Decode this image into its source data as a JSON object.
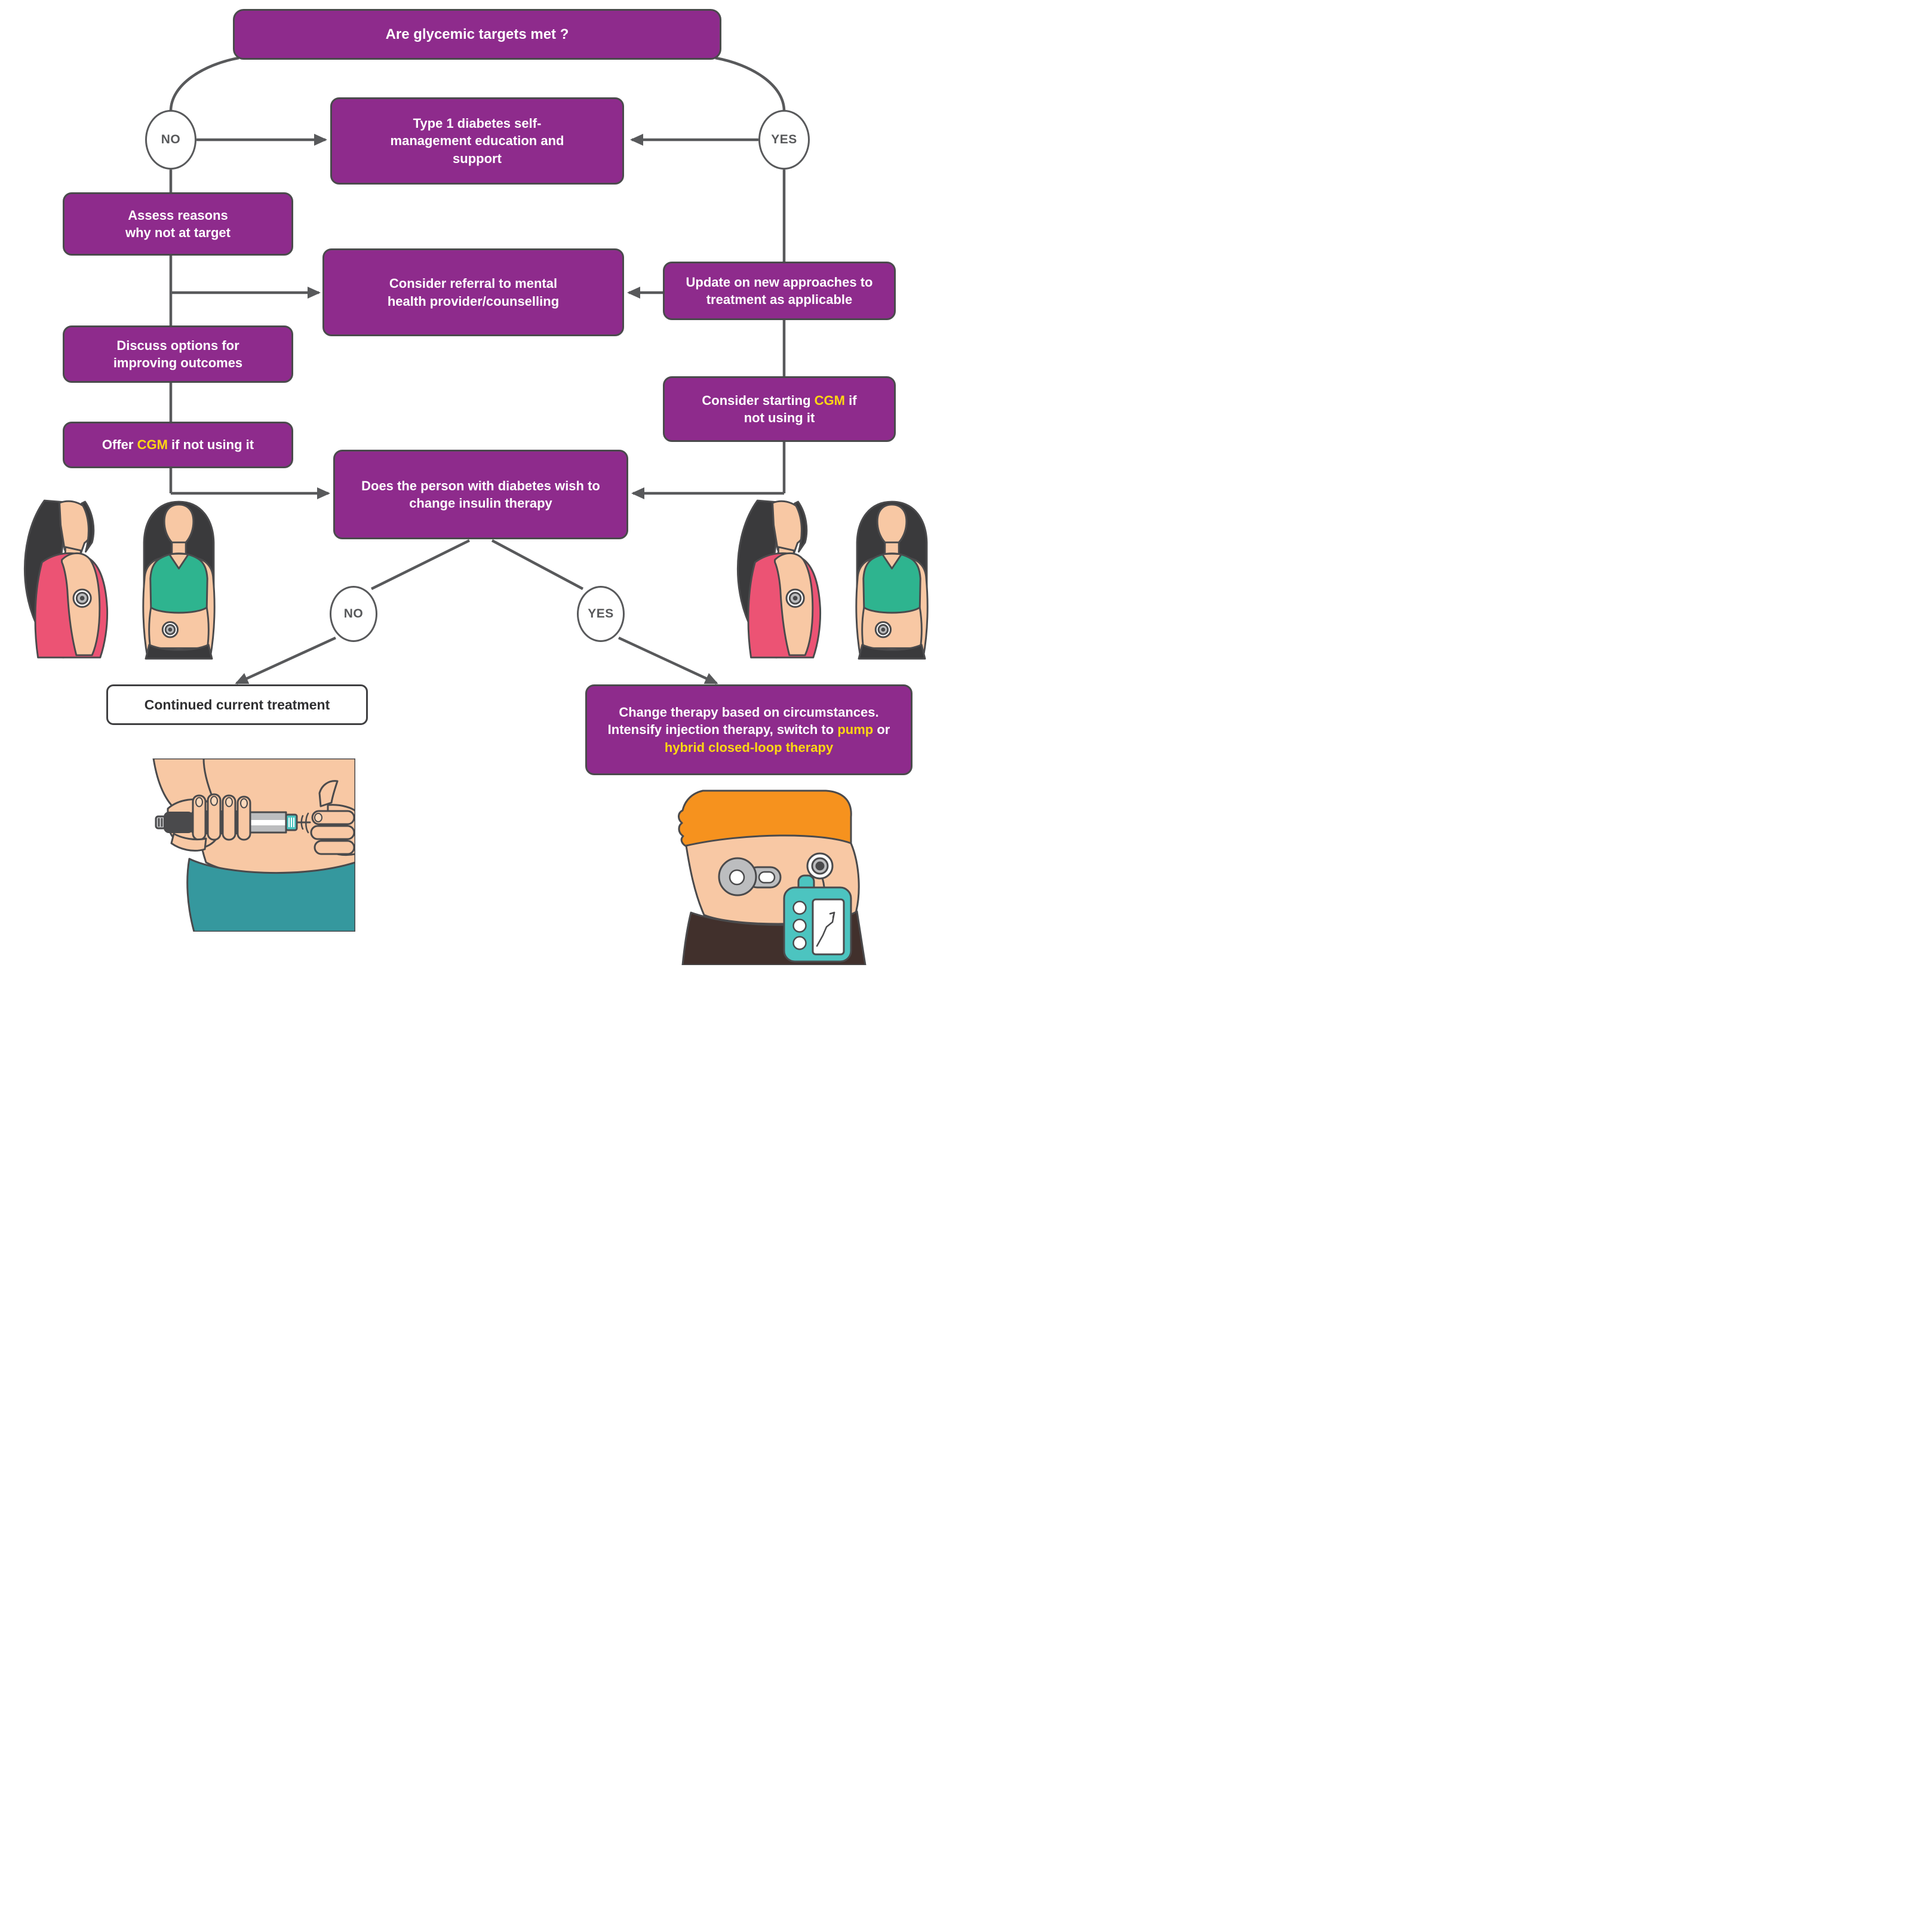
{
  "nodes": {
    "question": "Are glycemic targets met ?",
    "education": "Type 1 diabetes self-management education and support",
    "assess": "Assess reasons why not at target",
    "referral": "Consider referral to mental health provider/counselling",
    "update": "Update on new approaches to treatment as applicable",
    "discuss": "Discuss options for improving outcomes",
    "offer_cgm_parts": [
      {
        "text": "Offer "
      },
      {
        "text": "CGM",
        "highlight": true
      },
      {
        "text": " if not using it"
      }
    ],
    "consider_cgm_parts": [
      {
        "text": "Consider starting "
      },
      {
        "text": "CGM",
        "highlight": true
      },
      {
        "text": " if not using it"
      }
    ],
    "change_wish": "Does the person with diabetes wish to change insulin therapy",
    "continued": "Continued current treatment",
    "change_therapy_parts": [
      {
        "text": "Change therapy based on circumstances. Intensify injection therapy, switch to "
      },
      {
        "text": "pump",
        "highlight": true
      },
      {
        "text": " or "
      },
      {
        "text": "hybrid closed-loop therapy",
        "highlight": true
      }
    ]
  },
  "decisions": {
    "no_top": "NO",
    "yes_top": "YES",
    "no_bottom": "NO",
    "yes_bottom": "YES"
  },
  "illustrations": {
    "left_pair": [
      "woman with CGM sensor on upper arm",
      "woman with CGM sensor on abdomen"
    ],
    "right_pair": [
      "woman with CGM sensor on upper arm",
      "woman with CGM sensor on abdomen"
    ],
    "bottom_left": "hand injecting insulin pen into abdomen",
    "bottom_right": "person with insulin pump, pod and infusion set on abdomen"
  },
  "colors": {
    "purple": "#8e2b8c",
    "yellow": "#ffd712",
    "line": "#58595b",
    "border": "#4a4a4c",
    "skin": "#f8c8a4",
    "hair": "#3a3a3c",
    "pink": "#ec5374",
    "green": "#2eb48f",
    "teal": "#35989e",
    "pumpteal": "#4cc4c0",
    "orange": "#f6921e",
    "brown": "#41302c"
  }
}
